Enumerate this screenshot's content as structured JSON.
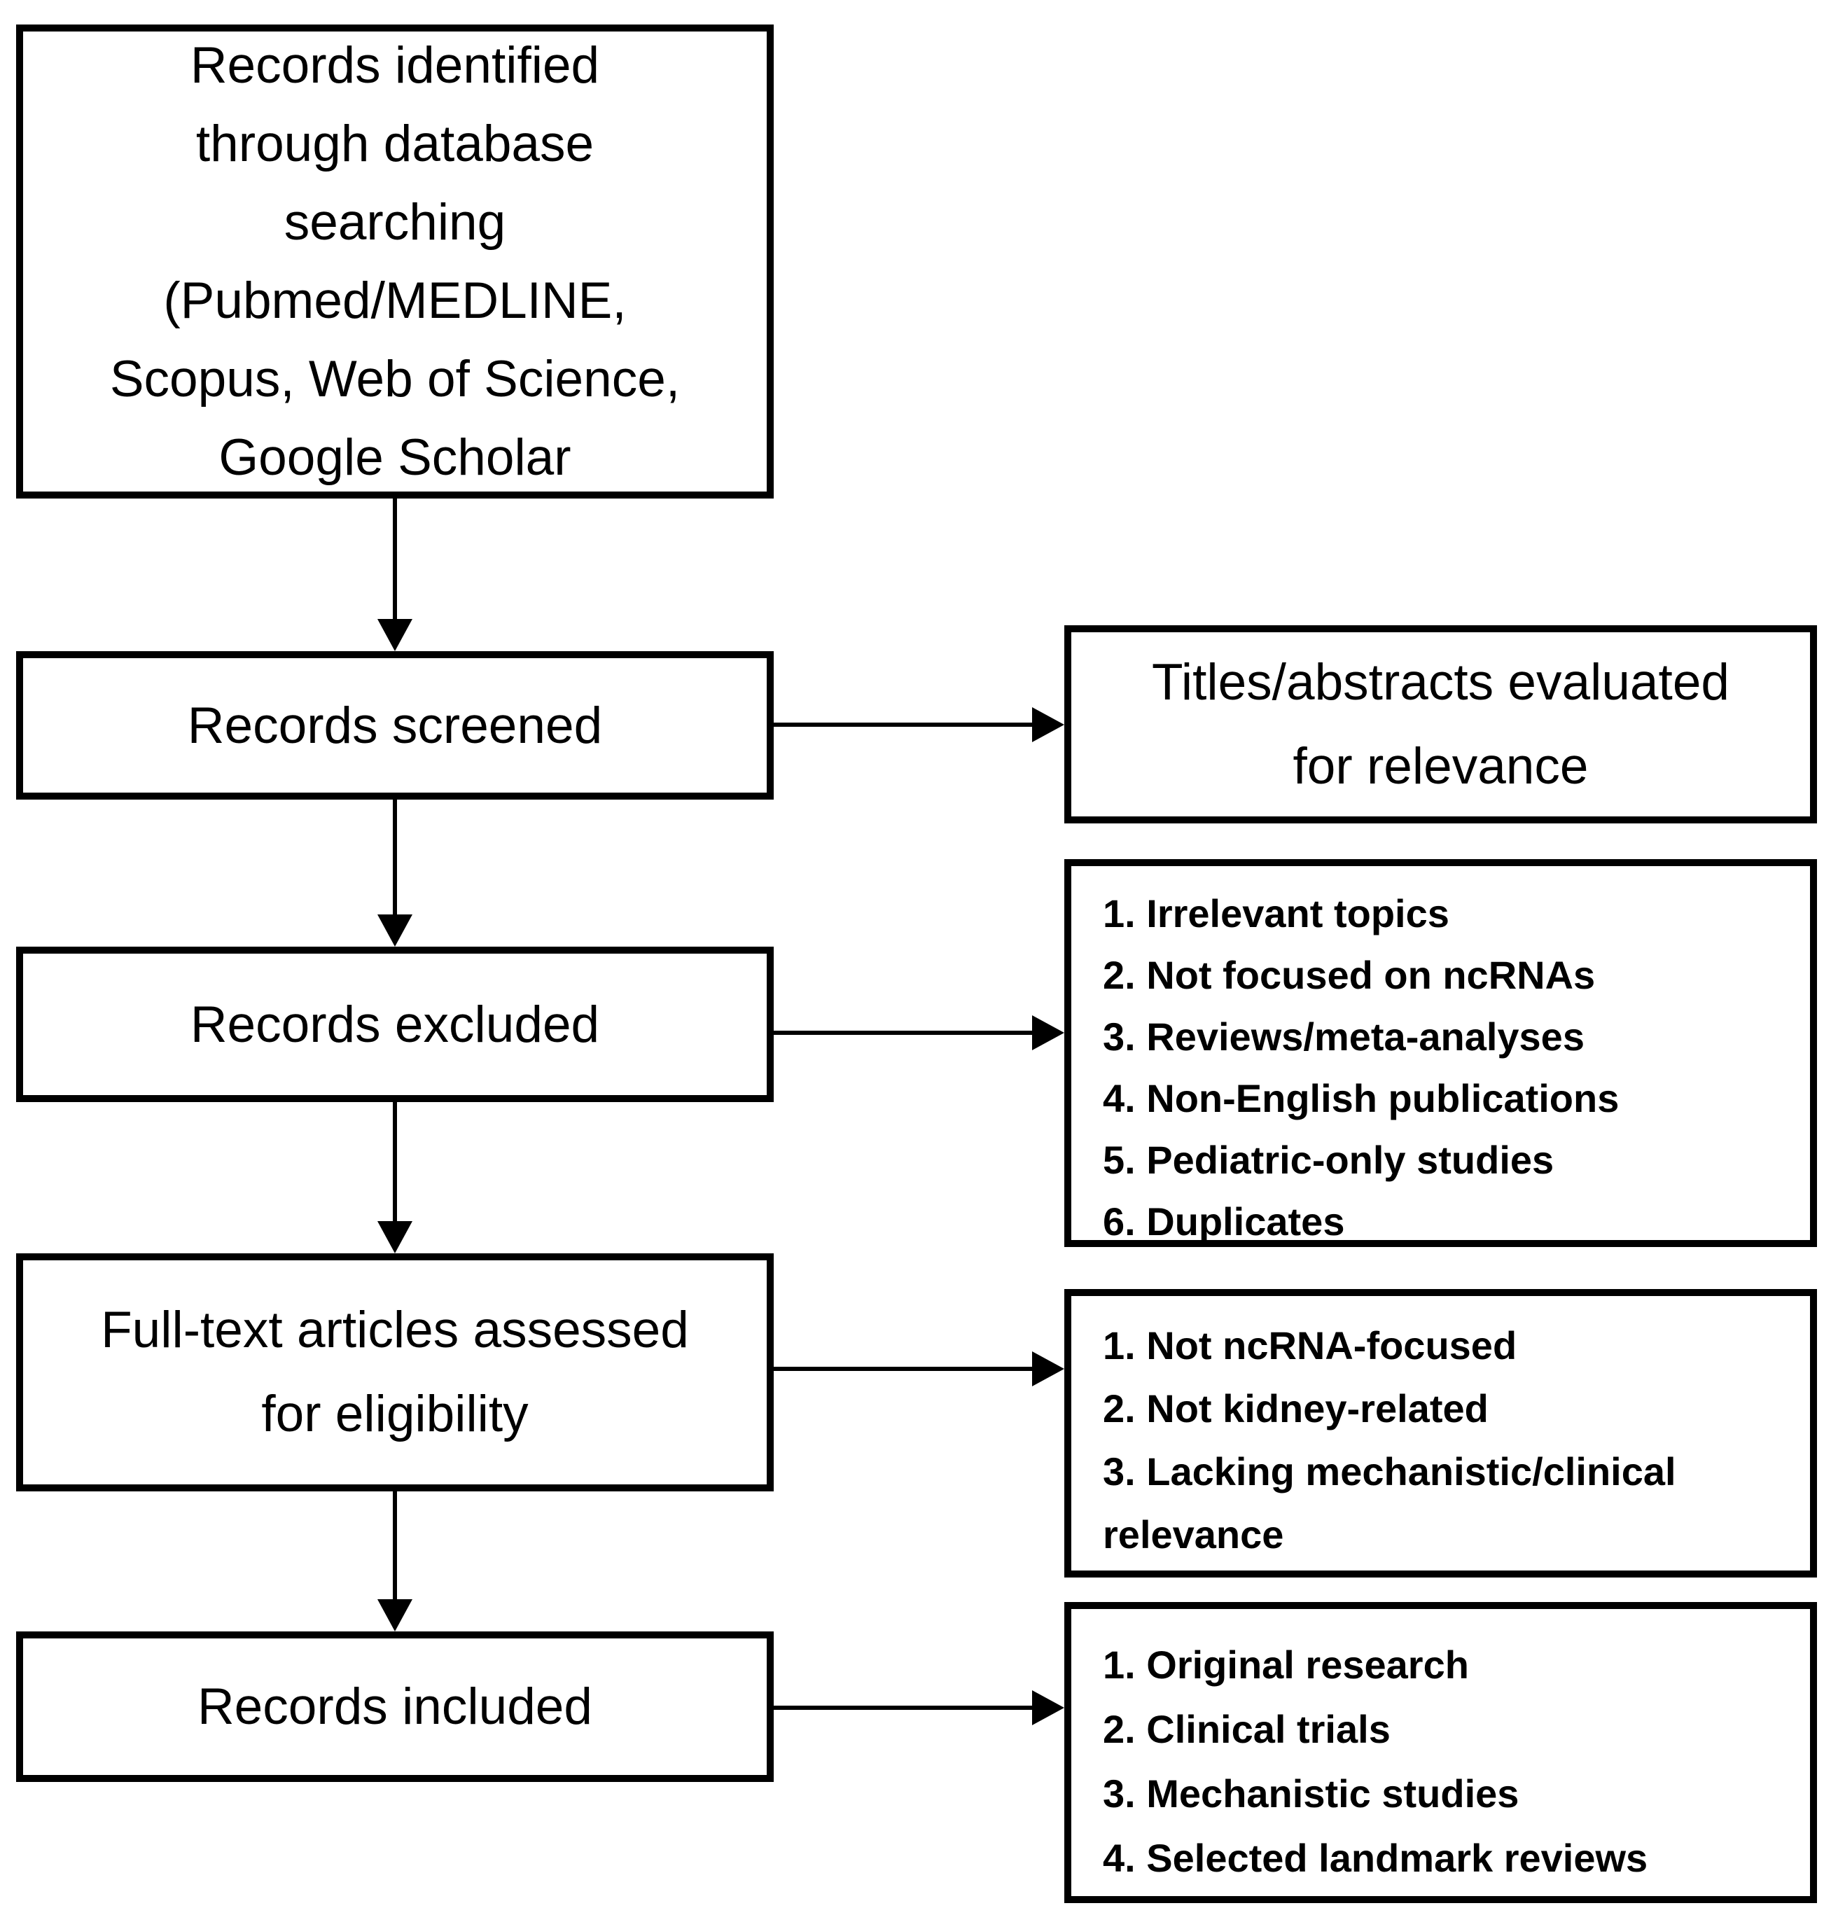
{
  "diagram": {
    "colors": {
      "background": "#ffffff",
      "box_fill": "#ffffff",
      "box_border": "#000000",
      "text": "#000000",
      "arrow": "#000000"
    },
    "boxes": {
      "identification": {
        "lines": [
          "Records identified",
          "through database",
          "searching",
          "(Pubmed/MEDLINE,",
          "Scopus, Web of Science,",
          "Google Scholar"
        ]
      },
      "screened": {
        "lines": [
          "Records screened"
        ]
      },
      "excluded": {
        "lines": [
          "Records excluded"
        ]
      },
      "full_text": {
        "lines": [
          "Full-text articles assessed",
          "for eligibility"
        ]
      },
      "included": {
        "lines": [
          "Records included"
        ]
      },
      "titles_abstracts": {
        "lines": [
          "Titles/abstracts evaluated",
          "for relevance"
        ]
      },
      "exclusion_reasons": {
        "lines": [
          "1. Irrelevant topics",
          "2. Not focused on ncRNAs",
          "3. Reviews/meta-analyses",
          "4. Non-English publications",
          "5. Pediatric-only studies",
          "6. Duplicates"
        ]
      },
      "fulltext_exclusion_reasons": {
        "lines": [
          "1. Not ncRNA-focused",
          "2. Not kidney-related",
          "3. Lacking mechanistic/clinical",
          "relevance"
        ]
      },
      "included_categories": {
        "lines": [
          "1. Original research",
          "2. Clinical trials",
          "3. Mechanistic studies",
          "4. Selected landmark reviews"
        ]
      }
    }
  }
}
